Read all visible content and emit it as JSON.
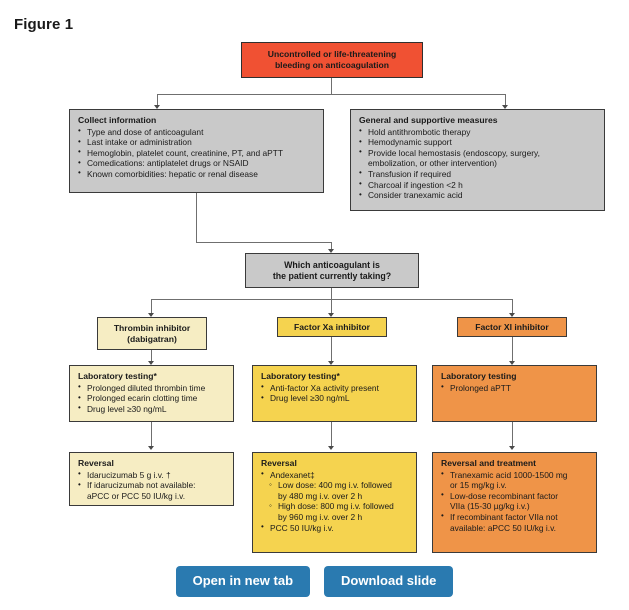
{
  "figure": {
    "title": "Figure 1"
  },
  "nodes": {
    "root": {
      "line1": "Uncontrolled or life-threatening",
      "line2": "bleeding on anticoagulation",
      "color": "#f05133"
    },
    "collect": {
      "heading": "Collect information",
      "items": [
        "Type and dose of anticoagulant",
        "Last intake or administration",
        "Hemoglobin, platelet count, creatinine, PT, and aPTT",
        "Comedications: antiplatelet drugs or NSAID",
        "Known comorbidities: hepatic or renal disease"
      ],
      "color": "#c9c9c9"
    },
    "general": {
      "heading": "General and supportive measures",
      "items": [
        "Hold antithrombotic therapy",
        "Hemodynamic support",
        "Provide local hemostasis (endoscopy, surgery,",
        "embolization, or other intervention)",
        "Transfusion if required",
        "Charcoal if ingestion <2 h",
        "Consider tranexamic acid"
      ],
      "color": "#c9c9c9"
    },
    "question": {
      "line1": "Which anticoagulant is",
      "line2": "the patient currently taking?",
      "color": "#c9c9c9"
    },
    "thrombin": {
      "line1": "Thrombin inhibitor",
      "line2": "(dabigatran)",
      "color": "#f6edc3"
    },
    "factor_xa": {
      "line1": "Factor Xa inhibitor",
      "line2": "",
      "color": "#f5d34f"
    },
    "factor_xi": {
      "line1": "Factor XI inhibitor",
      "line2": "",
      "color": "#ef9448"
    },
    "lab_thrombin": {
      "heading": "Laboratory testing*",
      "items": [
        "Prolonged diluted thrombin time",
        "Prolonged ecarin clotting time",
        "Drug level ≥30 ng/mL"
      ],
      "color": "#f6edc3"
    },
    "lab_xa": {
      "heading": "Laboratory testing*",
      "items": [
        "Anti-factor Xa activity present",
        "Drug level ≥30 ng/mL"
      ],
      "color": "#f5d34f"
    },
    "lab_xi": {
      "heading": "Laboratory testing",
      "items": [
        "Prolonged aPTT"
      ],
      "color": "#ef9448"
    },
    "rev_thrombin": {
      "heading": "Reversal",
      "items": [
        "Idarucizumab 5 g i.v. †",
        "If idarucizumab not available:",
        "aPCC or PCC 50 IU/kg i.v."
      ],
      "color": "#f6edc3"
    },
    "rev_xa": {
      "heading": "Reversal",
      "items": [
        "Andexanet‡",
        "Low dose: 400 mg i.v. followed",
        "by 480 mg i.v. over 2 h",
        "High dose: 800 mg i.v. followed",
        "by 960 mg i.v. over 2 h",
        "PCC 50 IU/kg i.v."
      ],
      "color": "#f5d34f"
    },
    "rev_xi": {
      "heading": "Reversal and treatment",
      "items": [
        "Tranexamic acid 1000-1500 mg",
        "or 15 mg/kg i.v.",
        "Low-dose recombinant factor",
        "VIIa (15-30 µg/kg i.v.)",
        "If recombinant factor VIIa not",
        "available: aPCC 50 IU/kg i.v."
      ],
      "color": "#ef9448"
    }
  },
  "actions": {
    "open_new_tab": "Open in new tab",
    "download_slide": "Download slide",
    "button_color": "#2a7ab0"
  }
}
